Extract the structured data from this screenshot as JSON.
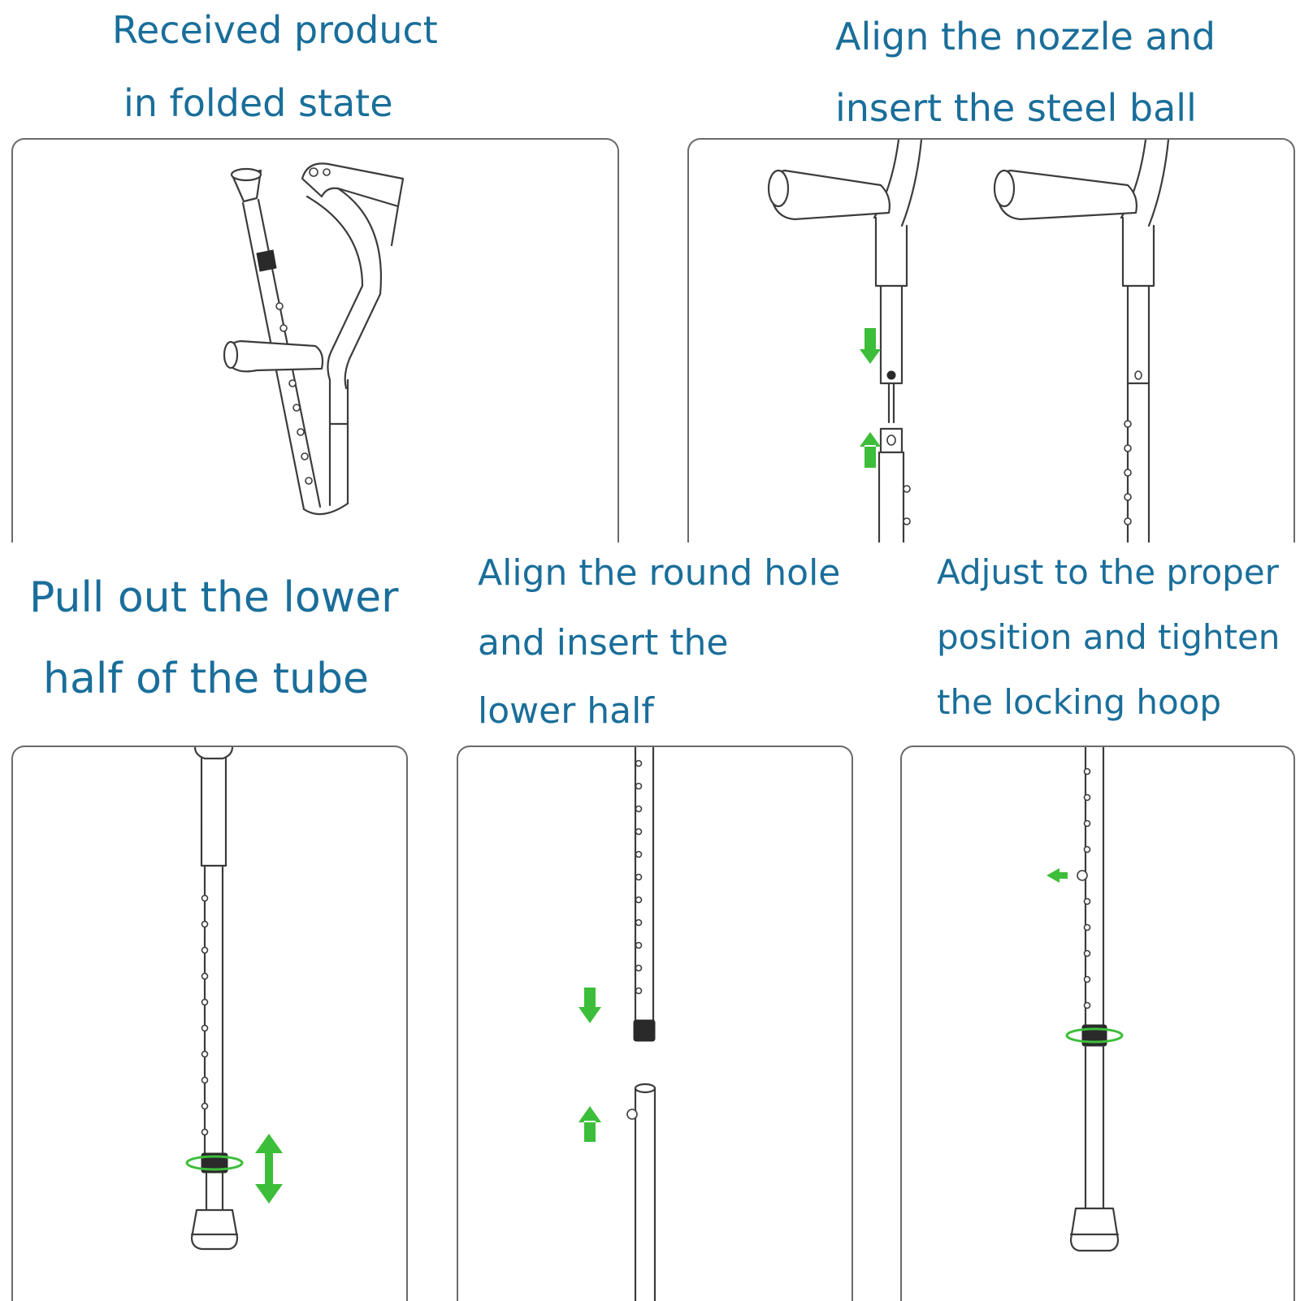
{
  "colors": {
    "caption_text": "#1a6e9a",
    "arrow_green": "#3dbe3a",
    "line_art": "#3c3c3c",
    "panel_border": "#6a6a6a"
  },
  "steps": [
    {
      "lines": [
        "Received product",
        "in folded state"
      ]
    },
    {
      "lines": [
        "Align the nozzle and",
        "insert the steel ball"
      ]
    },
    {
      "lines": [
        "Pull out the lower",
        "half of the tube"
      ]
    },
    {
      "lines": [
        "Align the round hole",
        "and insert the",
        "lower half"
      ]
    },
    {
      "lines": [
        "Adjust to the proper",
        "position and tighten",
        "the locking hoop"
      ]
    }
  ],
  "icons": {
    "arrow": "green-arrow-icon",
    "double_arrow": "green-double-arrow-icon",
    "rotate": "rotate-ring-icon"
  }
}
